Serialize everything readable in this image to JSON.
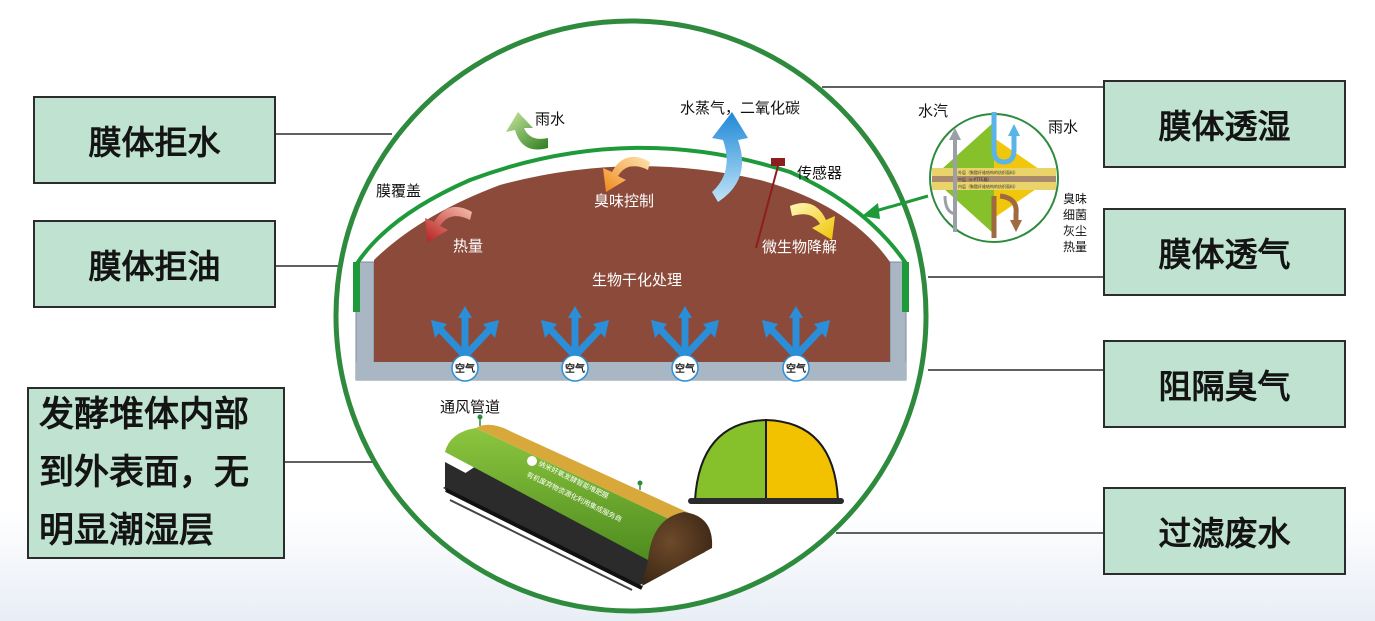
{
  "left_labels": {
    "water_repellent": "膜体拒水",
    "oil_repellent": "膜体拒油",
    "no_wet_layer": "发酵堆体内部到外表面，无明显潮湿层"
  },
  "right_labels": {
    "moisture_permeable": "膜体透湿",
    "breathable": "膜体透气",
    "odor_barrier": "阻隔臭气",
    "filter_wastewater": "过滤废水"
  },
  "diagram": {
    "rain": "雨水",
    "vapor_co2": "水蒸气，二氧化碳",
    "membrane_cover": "膜覆盖",
    "odor_control": "臭味控制",
    "sensor": "传感器",
    "heat": "热量",
    "microbe_degradation": "微生物降解",
    "bio_drying": "生物干化处理",
    "air": "空气",
    "vent_pipe": "通风管道"
  },
  "inset": {
    "vapor": "水汽",
    "rain": "雨水",
    "blocked": [
      "臭味",
      "细菌",
      "灰尘",
      "热量"
    ],
    "layer_outer": "外层（聚酯纤维结构的纺织面料）",
    "layer_middle": "中层（e-PTFE膜）",
    "layer_inner": "内层（聚酯纤维结构的纺织面料）"
  },
  "tunnel": {
    "line1": "纳米好氧发酵智能堆肥膜",
    "line2": "有机废弃物资源化利用集成服务商"
  },
  "colors": {
    "box_fill": "#bfe3d0",
    "circle_stroke": "#2e8b3e",
    "compost": "#8b4a3a",
    "membrane": "#1f9a3a",
    "arrow_blue": "#2a8fd8",
    "pipe_green": "#7cb832",
    "pipe_yellow": "#d8a93a",
    "dome_green": "#86c02a",
    "dome_yellow": "#f2c200"
  }
}
